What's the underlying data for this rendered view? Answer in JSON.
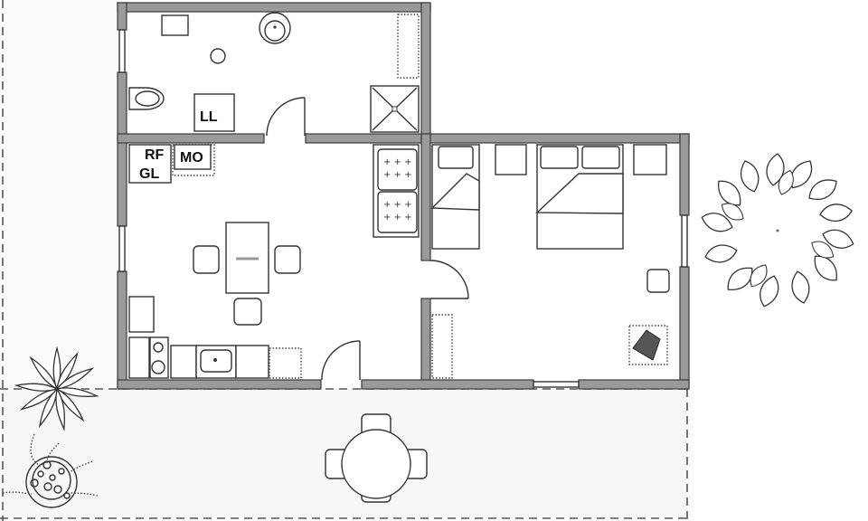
{
  "labels": {
    "laundry": "LL",
    "refrigerator": "RF",
    "microwave": "MO",
    "glass_cabinet": "GL"
  },
  "colors": {
    "wall_fill": "#9a9a9a",
    "outline": "#333333",
    "terrace": "#f7f7f7"
  }
}
